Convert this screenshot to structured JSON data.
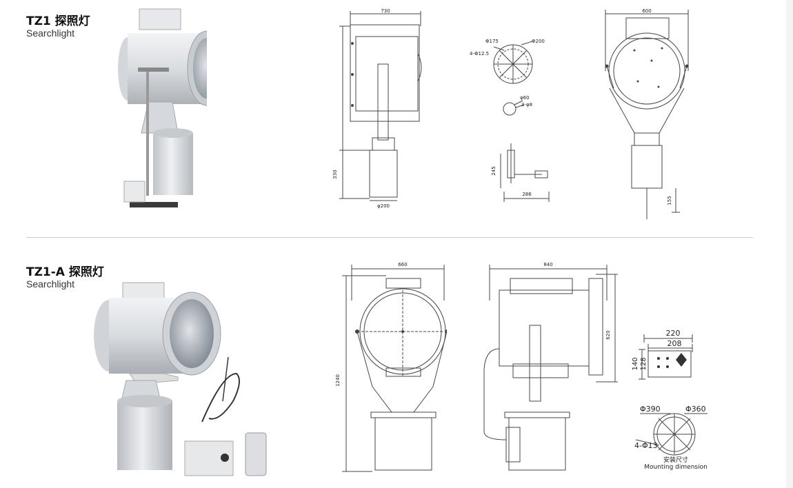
{
  "section1": {
    "model": "TZ1 探照灯",
    "subtitle": "Searchlight",
    "dims": {
      "side_width": "730",
      "side_base_height": "330",
      "side_base_dia": "φ200",
      "flange_outer": "Φ200",
      "flange_inner": "Φ175",
      "flange_holes": "4-Φ12.5",
      "small_flange_dia": "φ60",
      "small_flange_holes": "3-φ8",
      "handle_height": "245",
      "handle_length": "286",
      "front_width": "600",
      "front_base_height": "155"
    }
  },
  "section2": {
    "model": "TZ1-A 探照灯",
    "subtitle": "Searchlight",
    "dims": {
      "front_width": "660",
      "front_height": "1240",
      "side_length": "840",
      "side_height": "620",
      "panel_outer_w": "220",
      "panel_inner_w": "208",
      "panel_outer_h": "140",
      "panel_inner_h": "128",
      "mount_outer": "Φ390",
      "mount_inner": "Φ360",
      "mount_holes": "4-Φ13",
      "mount_caption_cn": "安装尺寸",
      "mount_caption_en": "Mounting dimension"
    }
  }
}
